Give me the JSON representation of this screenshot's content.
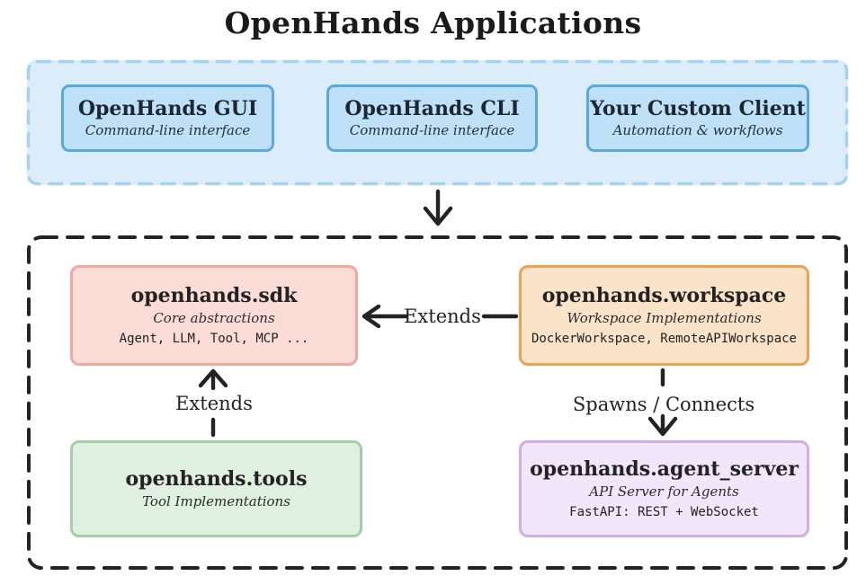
{
  "title": "OpenHands Applications",
  "palette": {
    "ink": "#232323",
    "apps-bg": "#dbecfb",
    "apps-dash": "#a6d2f1",
    "app-box-bg": "#bfe1f8",
    "app-box-border": "#58a9e0",
    "sdk-bg": "#fbdcd7",
    "sdk-border": "#f5a79d",
    "workspace-bg": "#fbe3c9",
    "workspace-border": "#f0a150",
    "tools-bg": "#dff0e0",
    "tools-border": "#a3cfa8",
    "agent-bg": "#f2e7fa",
    "agent-border": "#d2ade6"
  },
  "apps_layer": {
    "boxes": [
      {
        "title": "OpenHands GUI",
        "subtitle": "Command-line interface"
      },
      {
        "title": "OpenHands CLI",
        "subtitle": "Command-line interface"
      },
      {
        "title": "Your Custom Client",
        "subtitle": "Automation & workflows"
      }
    ]
  },
  "core_layer": {
    "boxes": [
      {
        "title": "openhands.sdk",
        "subtitle": "Core abstractions",
        "code": "Agent, LLM, Tool, MCP ..."
      },
      {
        "title": "openhands.workspace",
        "subtitle": "Workspace Implementations",
        "code": "DockerWorkspace, RemoteAPIWorkspace"
      },
      {
        "title": "openhands.tools",
        "subtitle": "Tool Implementations"
      },
      {
        "title": "openhands.agent_server",
        "subtitle": "API Server for Agents",
        "code": "FastAPI: REST + WebSocket"
      }
    ],
    "edges": [
      {
        "label": "Extends",
        "from": "openhands.workspace",
        "to": "openhands.sdk"
      },
      {
        "label": "Extends",
        "from": "openhands.tools",
        "to": "openhands.sdk"
      },
      {
        "label": "Spawns / Connects",
        "from": "openhands.workspace",
        "to": "openhands.agent_server"
      }
    ]
  }
}
